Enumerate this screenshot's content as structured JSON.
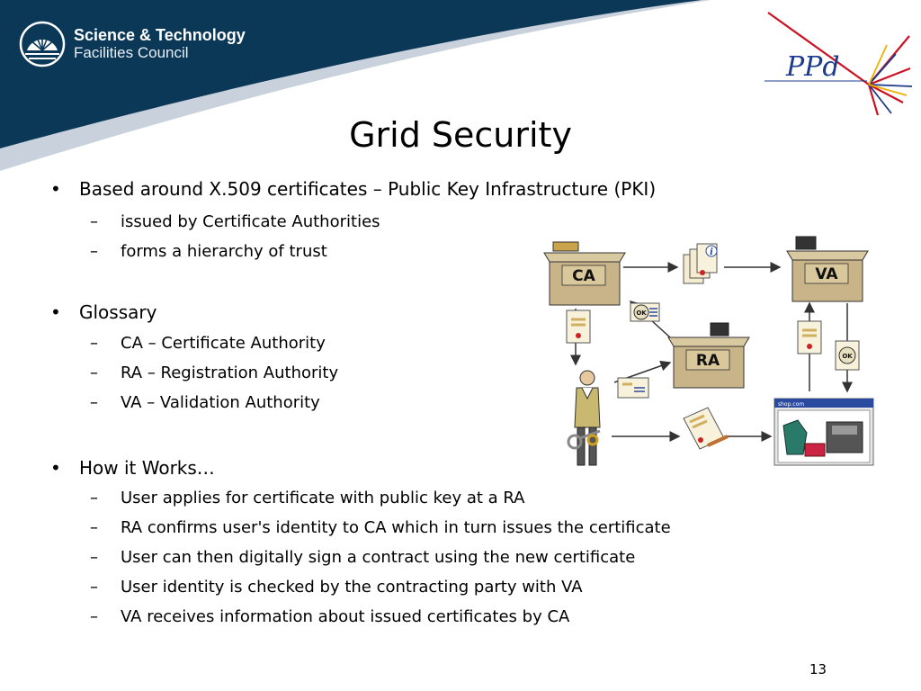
{
  "header": {
    "org_line1": "Science & Technology",
    "org_line2": "Facilities Council",
    "ppd_logo_text": "PPd"
  },
  "slide": {
    "title": "Grid Security",
    "page_number": "13"
  },
  "bullets": [
    {
      "text": "Based around X.509 certificates – Public Key Infrastructure (PKI)",
      "sub": [
        "issued by Certificate Authorities",
        "forms a hierarchy of trust"
      ]
    },
    {
      "text": "Glossary",
      "sub": [
        "CA – Certificate Authority",
        "RA – Registration Authority",
        "VA – Validation Authority"
      ]
    },
    {
      "text": "How it Works…",
      "sub": [
        "User applies for certificate with public key at a RA",
        "RA confirms user's identity to CA which in turn issues the certificate",
        "User can then digitally sign a contract using the new certificate",
        "User identity is checked by the contracting party with VA",
        "VA receives information about issued certificates by CA"
      ]
    }
  ],
  "diagram": {
    "ca_label": "CA",
    "va_label": "VA",
    "ra_label": "RA",
    "ok_label": "OK",
    "info_label": "i",
    "shop_title": "shop.com"
  },
  "colors": {
    "header_navy": "#0c3858",
    "header_swoosh": "#c9d2dc",
    "ppd_red": "#cc1122",
    "ppd_text_blue": "#1c3a8c"
  },
  "markers": {
    "level1": "•",
    "level2": "–"
  }
}
